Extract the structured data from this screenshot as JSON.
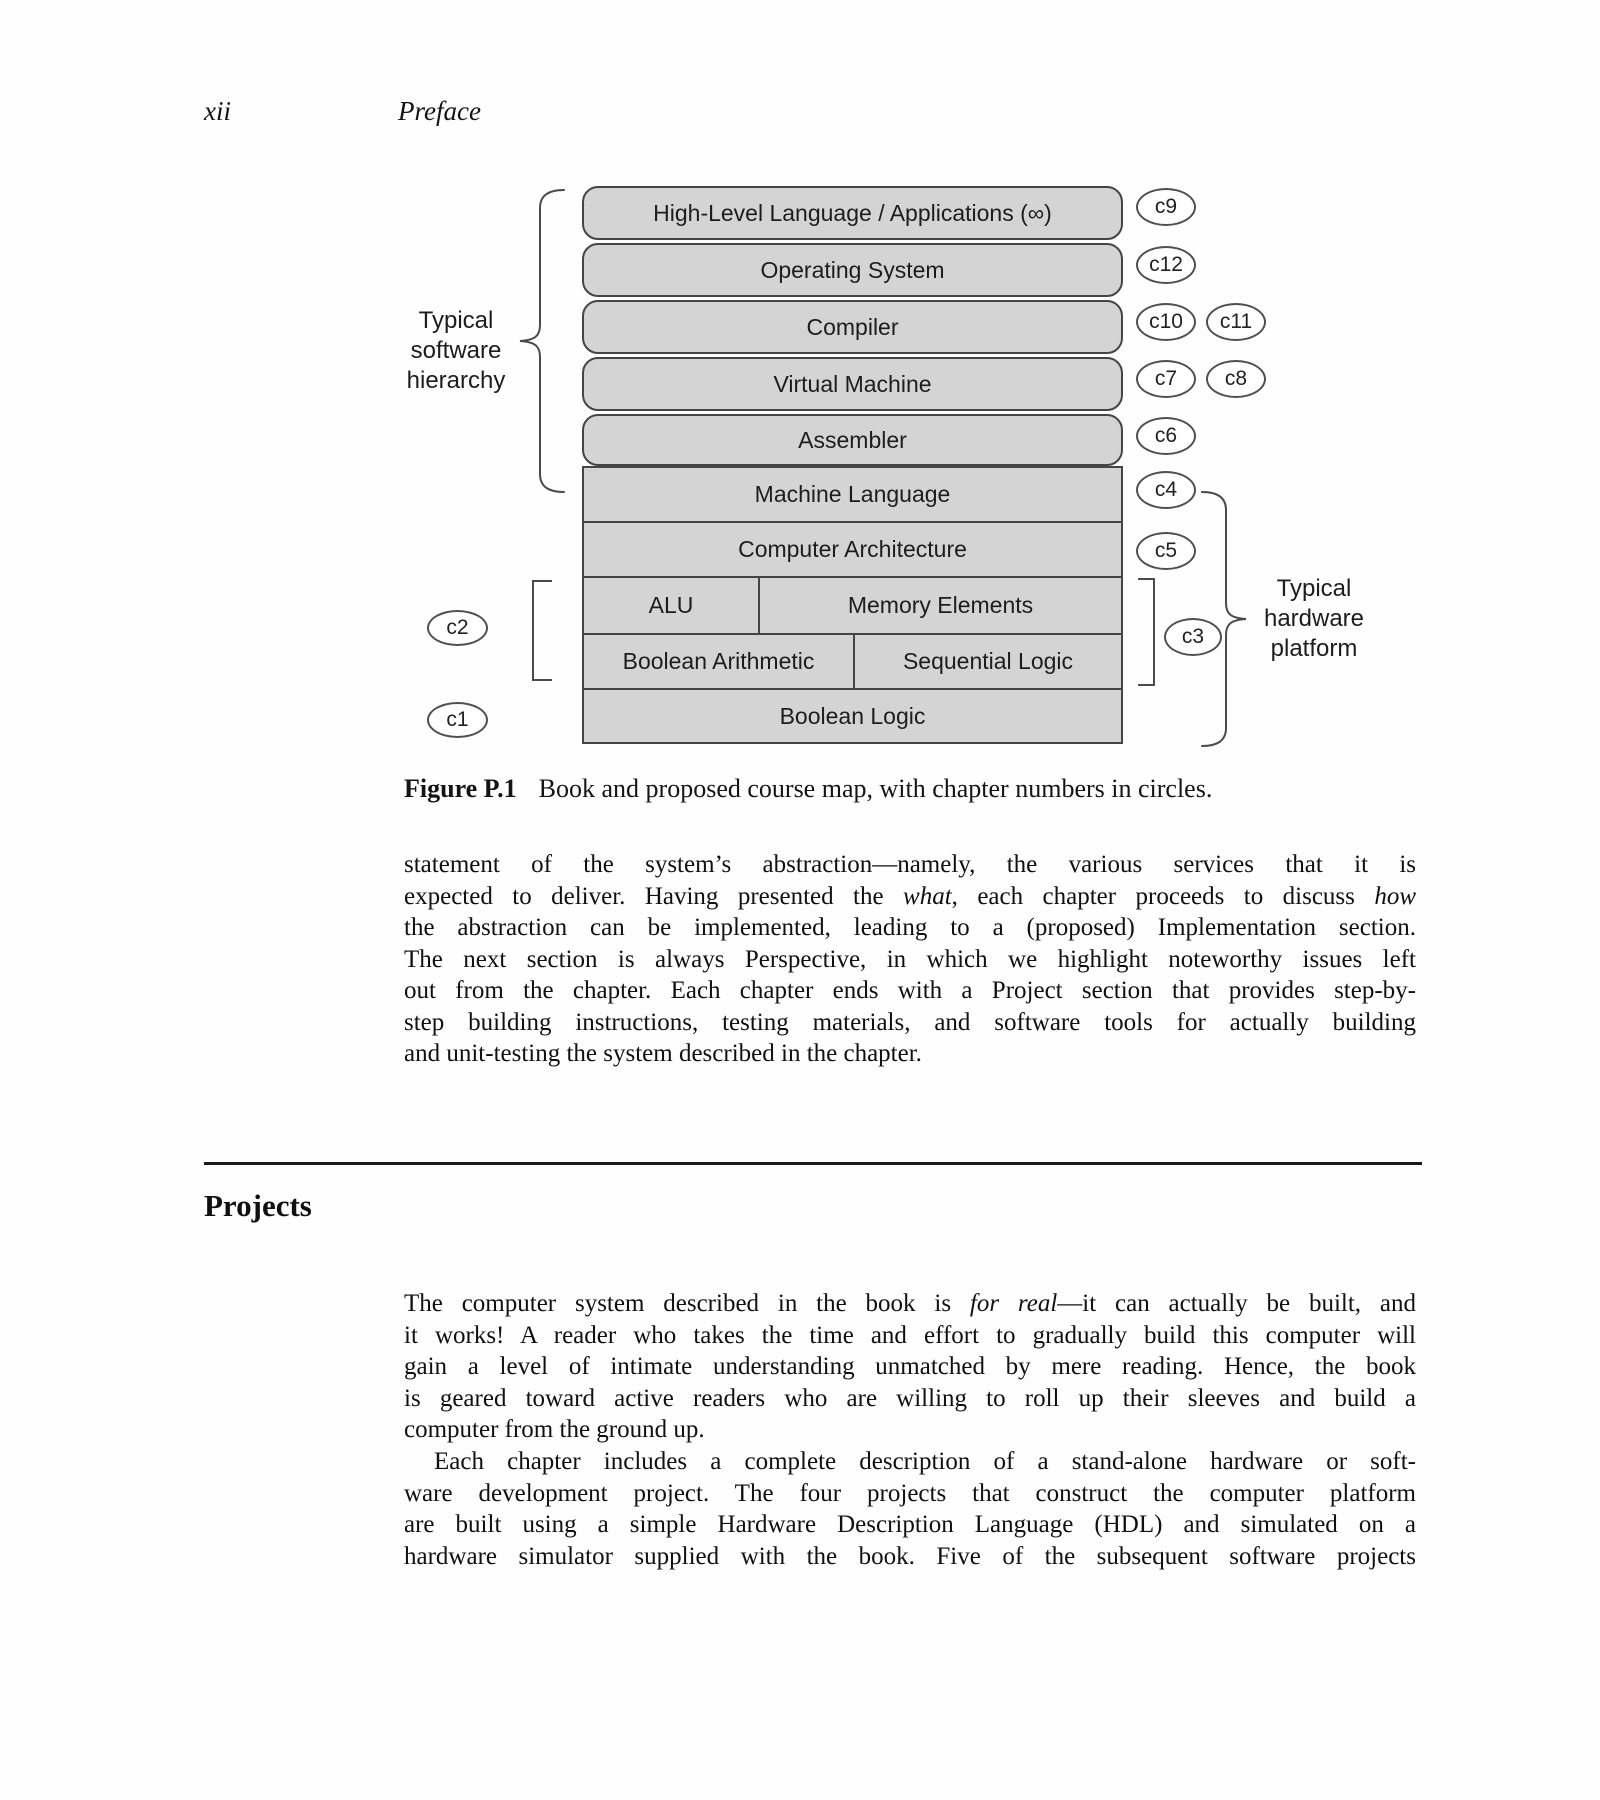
{
  "page": {
    "page_number": "xii",
    "running_header": "Preface"
  },
  "figure": {
    "caption_label": "Figure P.1",
    "caption_text": "Book and proposed course map, with chapter numbers in circles.",
    "labels": {
      "software": [
        "Typical",
        "software",
        "hierarchy"
      ],
      "hardware": [
        "Typical",
        "hardware",
        "platform"
      ]
    },
    "boxes": {
      "hll": "High-Level Language / Applications (∞)",
      "os": "Operating System",
      "compiler": "Compiler",
      "vm": "Virtual Machine",
      "assembler": "Assembler",
      "ml": "Machine Language",
      "arch": "Computer Architecture",
      "alu": "ALU",
      "mem": "Memory Elements",
      "bool_arith": "Boolean Arithmetic",
      "seq_logic": "Sequential Logic",
      "bool_logic": "Boolean Logic"
    },
    "circles": {
      "c1": "c1",
      "c2": "c2",
      "c3": "c3",
      "c4": "c4",
      "c5": "c5",
      "c6": "c6",
      "c7": "c7",
      "c8": "c8",
      "c9": "c9",
      "c10": "c10",
      "c11": "c11",
      "c12": "c12"
    },
    "colors": {
      "box_fill": "#d4d4d4",
      "box_border": "#454545",
      "circle_fill": "#ffffff"
    }
  },
  "sections": {
    "projects_heading": "Projects"
  },
  "paragraphs": {
    "p1": [
      [
        {
          "t": "statement of the system’s abstraction—namely, the various services that it is"
        }
      ],
      [
        {
          "t": "expected to deliver. Having presented the "
        },
        {
          "t": "what",
          "i": true
        },
        {
          "t": ", each chapter proceeds to discuss "
        },
        {
          "t": "how",
          "i": true
        }
      ],
      [
        {
          "t": "the abstraction can be implemented, leading to a (proposed) Implementation section."
        }
      ],
      [
        {
          "t": "The next section is always Perspective, in which we highlight noteworthy issues left"
        }
      ],
      [
        {
          "t": "out from the chapter. Each chapter ends with a Project section that provides step-by-"
        }
      ],
      [
        {
          "t": "step building instructions, testing materials, and software tools for actually building"
        }
      ],
      [
        {
          "t": "and unit-testing the system described in the chapter."
        }
      ]
    ],
    "p2": [
      [
        {
          "t": "The computer system described in the book is "
        },
        {
          "t": "for real",
          "i": true
        },
        {
          "t": "—it can actually be built, and"
        }
      ],
      [
        {
          "t": "it works! A reader who takes the time and effort to gradually build this computer will"
        }
      ],
      [
        {
          "t": "gain a level of intimate understanding unmatched by mere reading. Hence, the book"
        }
      ],
      [
        {
          "t": "is geared toward active readers who are willing to roll up their sleeves and build a"
        }
      ],
      [
        {
          "t": "computer from the ground up."
        }
      ]
    ],
    "p3": [
      [
        {
          "t": "Each chapter includes a complete description of a stand-alone hardware or soft-"
        }
      ],
      [
        {
          "t": "ware development project. The four projects that construct the computer platform"
        }
      ],
      [
        {
          "t": "are built using a simple Hardware Description Language (HDL) and simulated on a"
        }
      ],
      [
        {
          "t": "hardware simulator supplied with the book. Five of the subsequent software projects"
        }
      ]
    ]
  }
}
